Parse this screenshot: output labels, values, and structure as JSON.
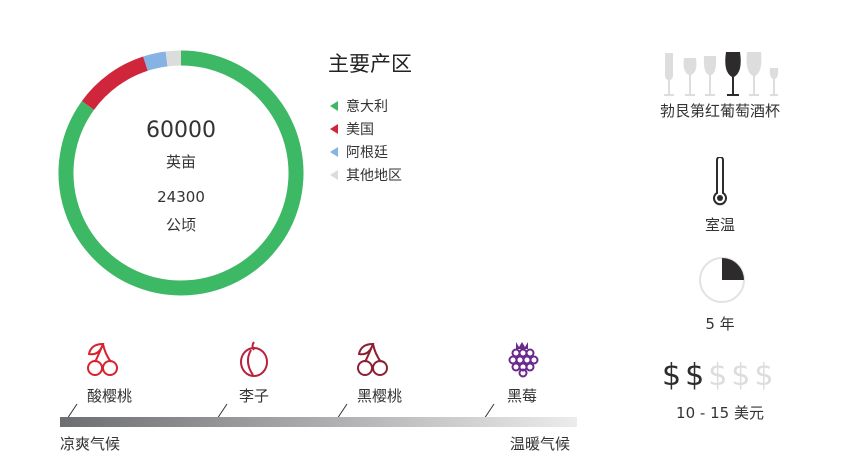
{
  "region": {
    "total_acres": "60000",
    "acres_unit": "英亩",
    "total_hectares": "24300",
    "hectares_unit": "公顷",
    "title": "主要产区",
    "segments": [
      {
        "label": "意大利",
        "share": 0.85,
        "color": "#3db865"
      },
      {
        "label": "美国",
        "share": 0.1,
        "color": "#d0263c"
      },
      {
        "label": "阿根廷",
        "share": 0.03,
        "color": "#86b2e4"
      },
      {
        "label": "其他地区",
        "share": 0.02,
        "color": "#dcdcdc"
      }
    ]
  },
  "flavors": {
    "items": [
      {
        "label": "酸樱桃",
        "icon": "cherry-icon",
        "color": "#d8222e"
      },
      {
        "label": "李子",
        "icon": "plum-icon",
        "color": "#b8203c"
      },
      {
        "label": "黑樱桃",
        "icon": "cherry-icon",
        "color": "#8e1f33"
      },
      {
        "label": "黑莓",
        "icon": "blackberry-icon",
        "color": "#6a2a8c"
      }
    ],
    "cool": "凉爽气候",
    "warm": "温暖气候"
  },
  "serving": {
    "glass": "勃艮第红葡萄酒杯",
    "temperature": "室温",
    "aging": "5 年",
    "aging_fraction": 0.25,
    "price": "10 - 15 美元",
    "price_level": 2,
    "price_max": 5,
    "price_symbol": "$"
  }
}
